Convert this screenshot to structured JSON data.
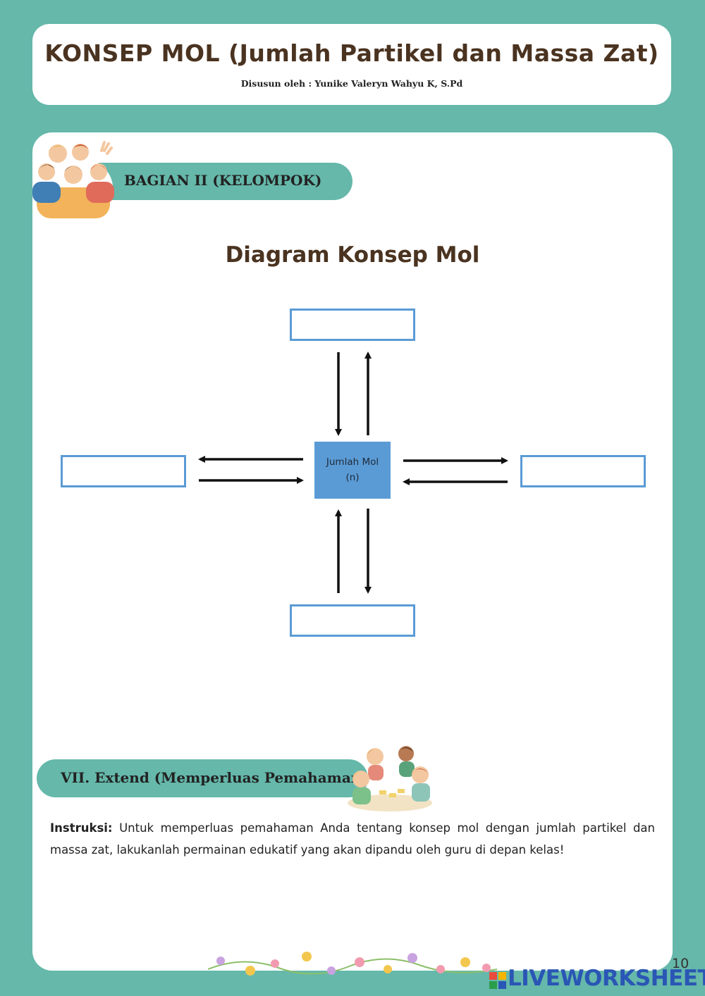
{
  "header": {
    "title": "KONSEP MOL (Jumlah Partikel dan Massa Zat)",
    "author": "Disusun oleh : Yunike Valeryn Wahyu K, S.Pd"
  },
  "section": {
    "label": "BAGIAN II (KELOMPOK)"
  },
  "diagram": {
    "title": "Diagram Konsep Mol",
    "center_line1": "Jumlah Mol",
    "center_line2": "(n)",
    "blank_boxes": [
      "",
      "",
      "",
      ""
    ]
  },
  "extend": {
    "label": "VII. Extend (Memperluas Pemahaman)",
    "instruction_label": "Instruksi:",
    "instruction_text": " Untuk memperluas pemahaman Anda tentang konsep mol dengan jumlah partikel dan massa zat, lakukanlah permainan edukatif yang akan dipandu oleh guru di depan kelas!"
  },
  "footer": {
    "page_number": "10",
    "brand": "LIVEWORKSHEETS"
  },
  "colors": {
    "teal": "#65b8aa",
    "box_blue": "#5b9bd5",
    "title_brown": "#4a3320",
    "brand_blue": "#2a56b5"
  }
}
